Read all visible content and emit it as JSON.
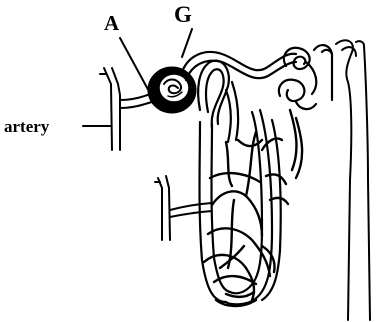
{
  "labels": {
    "a": "A",
    "g": "G",
    "artery": "artery"
  },
  "colors": {
    "ink": "#000000",
    "background": "#ffffff"
  }
}
